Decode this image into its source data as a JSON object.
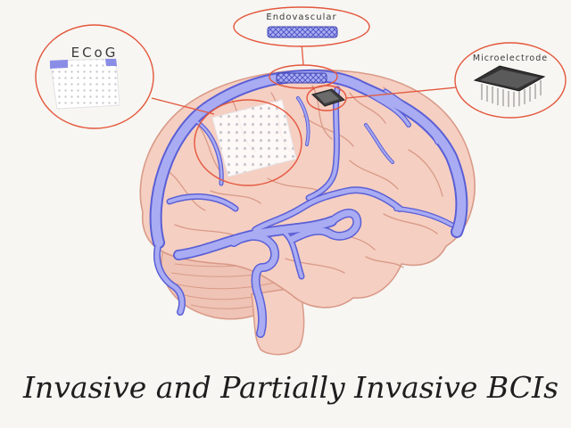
{
  "diagram": {
    "title": "Invasive and Partially Invasive BCIs",
    "callouts": {
      "ecog": "ECoG",
      "endovascular": "Endovascular",
      "microelectrode": "Microelectrode"
    },
    "colors": {
      "background": "#f7f6f2",
      "brain_fill": "#f5cfc2",
      "brain_outline": "#d99a88",
      "cerebellum_fill": "#efc3b5",
      "vessel_fill": "#a9acf2",
      "vessel_outline": "#5a5fd6",
      "callout_circle": "#e4573d",
      "electrode_grid": "#ffffff",
      "chip": "#3e3e3e"
    }
  }
}
